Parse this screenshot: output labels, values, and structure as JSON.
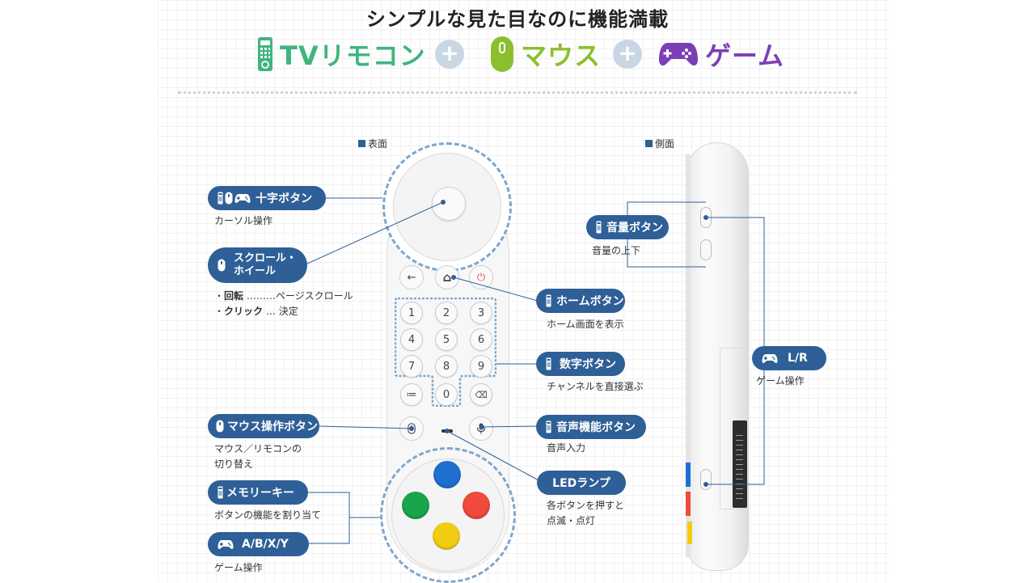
{
  "title": "シンプルな見た目なのに機能満載",
  "features": [
    {
      "label": "TVリモコン",
      "color": "#3fb57e",
      "icon": "tv-remote-icon"
    },
    {
      "label": "マウス",
      "color": "#8cbf2f",
      "icon": "mouse-icon"
    },
    {
      "label": "ゲーム",
      "color": "#7b3fb5",
      "icon": "gamepad-icon"
    }
  ],
  "plus_symbol": "+",
  "sections": {
    "front": "表面",
    "side": "側面"
  },
  "callouts": {
    "cross_button": {
      "label": "十字ボタン",
      "icons": [
        "tv-remote-icon",
        "mouse-icon",
        "gamepad-icon"
      ],
      "desc": "カーソル操作"
    },
    "scroll_wheel": {
      "label_line1": "スクロール・",
      "label_line2": "ホイール",
      "icons": [
        "mouse-icon"
      ],
      "desc_items": [
        {
          "term": "回転",
          "dots": "………",
          "value": "ページスクロール"
        },
        {
          "term": "クリック",
          "dots": "…",
          "value": "決定"
        }
      ]
    },
    "mouse_mode_button": {
      "label": "マウス操作ボタン",
      "icons": [
        "mouse-icon"
      ],
      "desc_line1": "マウス／リモコンの",
      "desc_line2": "切り替え"
    },
    "memory_key": {
      "label": "メモリーキー",
      "icons": [
        "tv-remote-icon"
      ],
      "desc": "ボタンの機能を割り当て"
    },
    "abxy": {
      "label": "A/B/X/Y",
      "icons": [
        "gamepad-icon"
      ],
      "desc": "ゲーム操作"
    },
    "home_button": {
      "label": "ホームボタン",
      "icons": [
        "tv-remote-icon"
      ],
      "desc": "ホーム画面を表示"
    },
    "number_buttons": {
      "label": "数字ボタン",
      "icons": [
        "tv-remote-icon"
      ],
      "desc": "チャンネルを直接選ぶ"
    },
    "voice_button": {
      "label": "音声機能ボタン",
      "icons": [
        "tv-remote-icon"
      ],
      "desc": "音声入力"
    },
    "led_lamp": {
      "label": "LEDランプ",
      "desc_line1": "各ボタンを押すと",
      "desc_line2": "点滅・点灯"
    },
    "volume_button": {
      "label": "音量ボタン",
      "icons": [
        "tv-remote-icon"
      ],
      "desc": "音量の上下"
    },
    "lr_button": {
      "label": "L/R",
      "icons": [
        "gamepad-icon"
      ],
      "desc": "ゲーム操作"
    }
  },
  "remote": {
    "top_buttons": [
      {
        "name": "back-icon",
        "glyph": "←"
      },
      {
        "name": "home-icon",
        "glyph": "⌂"
      },
      {
        "name": "power-icon",
        "glyph": "⏻"
      }
    ],
    "numbers": [
      "1",
      "2",
      "3",
      "4",
      "5",
      "6",
      "7",
      "8",
      "9",
      "0"
    ],
    "list_glyph": "≔",
    "delete_glyph": "⌫",
    "game_buttons": [
      {
        "name": "blue-button",
        "color": "#1f6fd1"
      },
      {
        "name": "green-button",
        "color": "#19a64a"
      },
      {
        "name": "red-button",
        "color": "#ef4a3c"
      },
      {
        "name": "yellow-button",
        "color": "#f2cc12"
      }
    ]
  },
  "colors": {
    "accent": "#2f5f97",
    "ring": "#7fa6cc",
    "power": "#e8453c"
  }
}
